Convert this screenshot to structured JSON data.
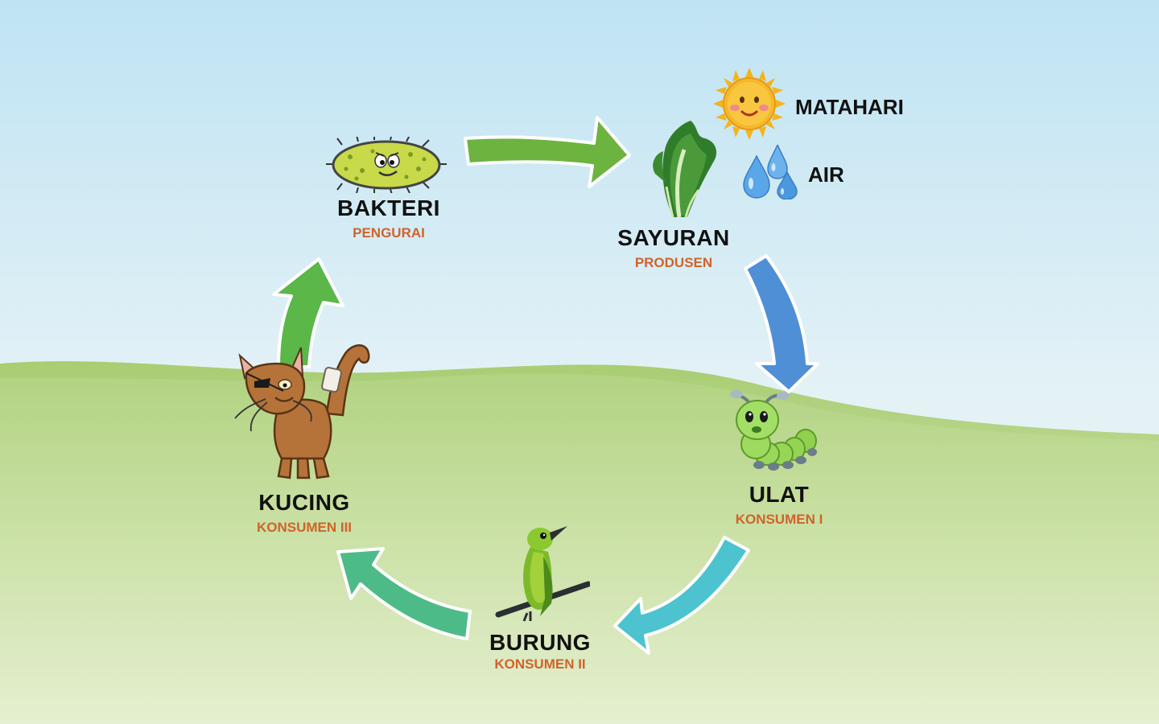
{
  "diagram": {
    "nodes": [
      {
        "id": "bakteri",
        "name": "BAKTERI",
        "role": "PENGURAI",
        "icon": "bacteria-icon"
      },
      {
        "id": "sayuran",
        "name": "SAYURAN",
        "role": "PRODUSEN",
        "icon": "lettuce-icon"
      },
      {
        "id": "ulat",
        "name": "ULAT",
        "role": "KONSUMEN I",
        "icon": "caterpillar-icon"
      },
      {
        "id": "burung",
        "name": "BURUNG",
        "role": "KONSUMEN II",
        "icon": "bird-icon"
      },
      {
        "id": "kucing",
        "name": "KUCING",
        "role": "KONSUMEN III",
        "icon": "cat-icon"
      }
    ],
    "resources": [
      {
        "id": "matahari",
        "label": "MATAHARI",
        "icon": "sun-icon"
      },
      {
        "id": "air",
        "label": "AIR",
        "icon": "water-drops-icon"
      }
    ],
    "edges": [
      {
        "from": "bakteri",
        "to": "sayuran",
        "color": "#6db33f"
      },
      {
        "from": "sayuran",
        "to": "ulat",
        "color": "#4f8fd6"
      },
      {
        "from": "ulat",
        "to": "burung",
        "color": "#4cc3cf"
      },
      {
        "from": "burung",
        "to": "kucing",
        "color": "#4dbb88"
      },
      {
        "from": "kucing",
        "to": "bakteri",
        "color": "#5ab748"
      }
    ],
    "colors": {
      "role_text": "#d0632a",
      "sky_top": "#bfe3f3",
      "sky_bottom": "#e9f4e4",
      "hill": "#a9cf74"
    }
  }
}
